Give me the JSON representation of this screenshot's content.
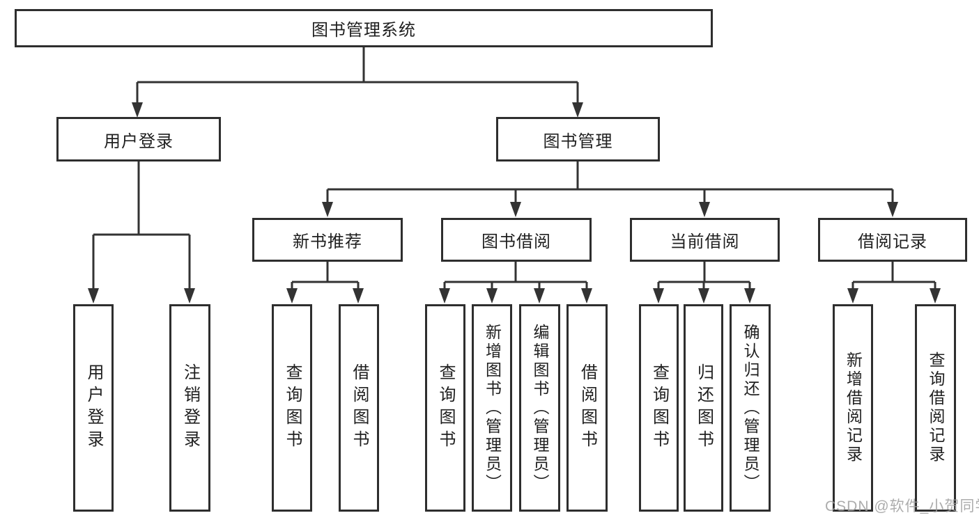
{
  "diagram": {
    "root": {
      "label": "图书管理系统"
    },
    "level2": [
      {
        "label": "用户登录"
      },
      {
        "label": "图书管理"
      }
    ],
    "level3": [
      {
        "label": "新书推荐"
      },
      {
        "label": "图书借阅"
      },
      {
        "label": "当前借阅"
      },
      {
        "label": "借阅记录"
      }
    ],
    "leaves": {
      "user_login": [
        "用户登录",
        "注销登录"
      ],
      "new_book": [
        "查询图书",
        "借阅图书"
      ],
      "book_borrow": [
        "查询图书",
        "新增图书（管理员）",
        "编辑图书（管理员）",
        "借阅图书"
      ],
      "current_borrow": [
        "查询图书",
        "归还图书",
        "确认归还（管理员）"
      ],
      "borrow_records": [
        "新增借阅记录",
        "查询借阅记录"
      ]
    }
  },
  "watermark": {
    "text": "CSDN @软件_小贺同学"
  },
  "colors": {
    "line": "#333333",
    "box_border": "#2e2e2e",
    "text": "#1f1f1f",
    "watermark": "#9e9e9e",
    "background": "#ffffff"
  }
}
